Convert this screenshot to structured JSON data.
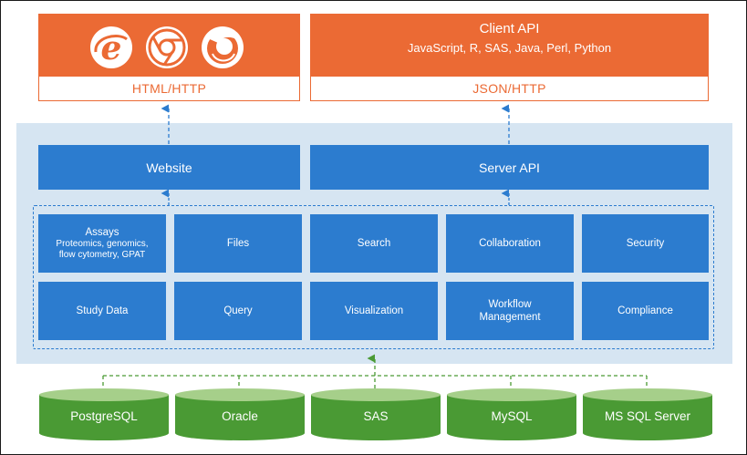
{
  "clients": {
    "browser_icons": [
      "internet-explorer-icon",
      "chrome-icon",
      "firefox-icon"
    ],
    "web_protocol": "HTML/HTTP",
    "client_api": {
      "title": "Client API",
      "languages": "JavaScript, R, SAS, Java, Perl, Python"
    },
    "api_protocol": "JSON/HTTP"
  },
  "server": {
    "website": "Website",
    "server_api": "Server API",
    "modules": [
      {
        "title": "Assays",
        "detail": "Proteomics, genomics, flow cytometry, GPAT"
      },
      {
        "title": "Files"
      },
      {
        "title": "Search"
      },
      {
        "title": "Collaboration"
      },
      {
        "title": "Security"
      },
      {
        "title": "Study Data"
      },
      {
        "title": "Query"
      },
      {
        "title": "Visualization"
      },
      {
        "title": "Workflow Management"
      },
      {
        "title": "Compliance"
      }
    ]
  },
  "databases": [
    "PostgreSQL",
    "Oracle",
    "SAS",
    "MySQL",
    "MS SQL Server"
  ],
  "colors": {
    "orange": "#eb6a34",
    "blue": "#2c7ccf",
    "panel": "#d6e5f2",
    "green": "#4a9a34",
    "green_top": "#a6cf8a"
  }
}
